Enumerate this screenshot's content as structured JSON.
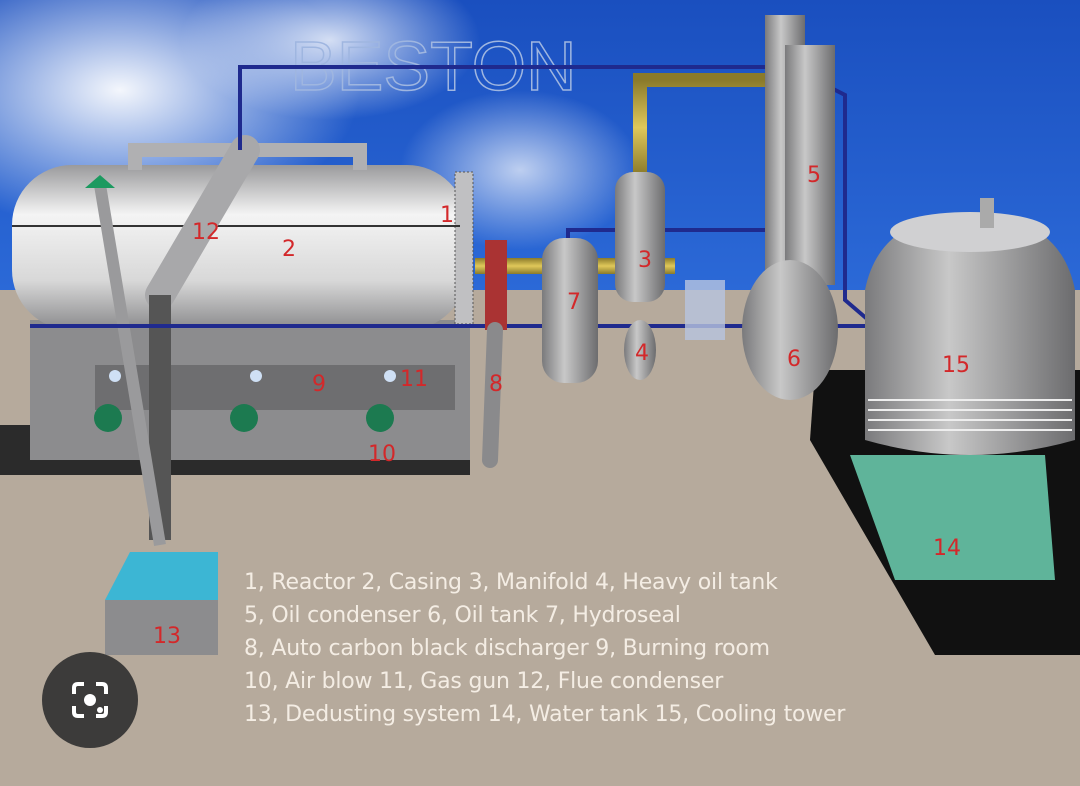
{
  "watermark": "BESTON",
  "labels": {
    "n1": "1",
    "n2": "2",
    "n3": "3",
    "n4": "4",
    "n5": "5",
    "n6": "6",
    "n7": "7",
    "n8": "8",
    "n9": "9",
    "n10": "10",
    "n11": "11",
    "n12": "12",
    "n13": "13",
    "n14": "14",
    "n15": "15"
  },
  "legend": [
    "1, Reactor 2, Casing 3, Manifold 4, Heavy oil tank",
    "5, Oil condenser 6, Oil tank 7, Hydroseal",
    "8, Auto  carbon black discharger 9, Burning room",
    "10, Air blow 11, Gas gun 12, Flue condenser",
    "13, Dedusting system 14, Water tank 15, Cooling tower"
  ],
  "colors": {
    "sky": "#1c55c4",
    "ground": "#b6aa9c",
    "pipe": "#1f2a8e",
    "label": "#d3282a"
  },
  "lens_button": {
    "icon": "camera-lens-icon"
  }
}
